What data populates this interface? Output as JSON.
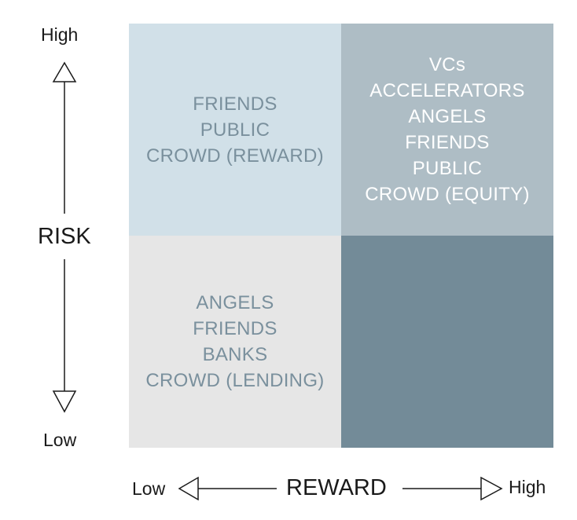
{
  "y_axis": {
    "title": "RISK",
    "high_label": "High",
    "low_label": "Low"
  },
  "x_axis": {
    "title": "REWARD",
    "low_label": "Low",
    "high_label": "High"
  },
  "quadrants": {
    "low_reward_high_risk": {
      "color": "#d1e0e8",
      "items": [
        "FRIENDS",
        "PUBLIC",
        "CROWD (REWARD)"
      ]
    },
    "high_reward_high_risk": {
      "color": "#aebdc5",
      "items": [
        "VCs",
        "ACCELERATORS",
        "ANGELS",
        "FRIENDS",
        "PUBLIC",
        "CROWD (EQUITY)"
      ]
    },
    "low_reward_low_risk": {
      "color": "#e6e6e6",
      "items": [
        "ANGELS",
        "FRIENDS",
        "BANKS",
        "CROWD (LENDING)"
      ]
    },
    "high_reward_low_risk": {
      "color": "#738b98",
      "items": []
    }
  },
  "colors": {
    "axis_line": "#1a1a1a",
    "quadrant_text_dark": "#7a909d",
    "quadrant_text_light": "#ffffff"
  }
}
